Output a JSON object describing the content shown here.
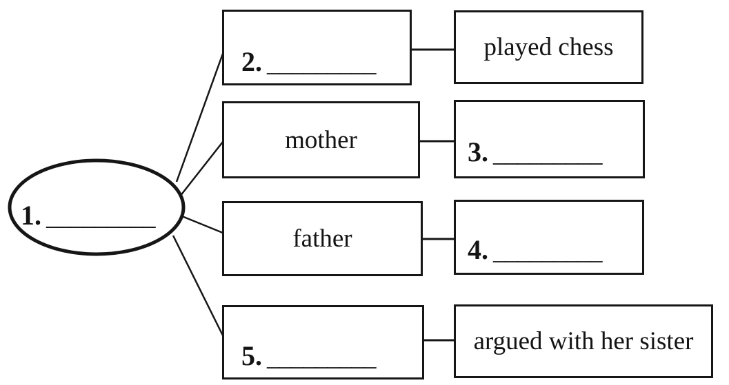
{
  "page": {
    "background": "#ffffff",
    "ink_color": "#161616"
  },
  "diagram": {
    "center": {
      "number": "1.",
      "blank": "_________"
    },
    "rows": [
      {
        "middle": {
          "number": "2.",
          "blank": "_________"
        },
        "right": {
          "text": "played chess"
        }
      },
      {
        "middle": {
          "text": "mother"
        },
        "right": {
          "number": "3.",
          "blank": "_________"
        }
      },
      {
        "middle": {
          "text": "father"
        },
        "right": {
          "number": "4.",
          "blank": "_________"
        }
      },
      {
        "middle": {
          "number": "5.",
          "blank": "_________"
        },
        "right": {
          "text": "argued with her sister"
        }
      }
    ]
  }
}
